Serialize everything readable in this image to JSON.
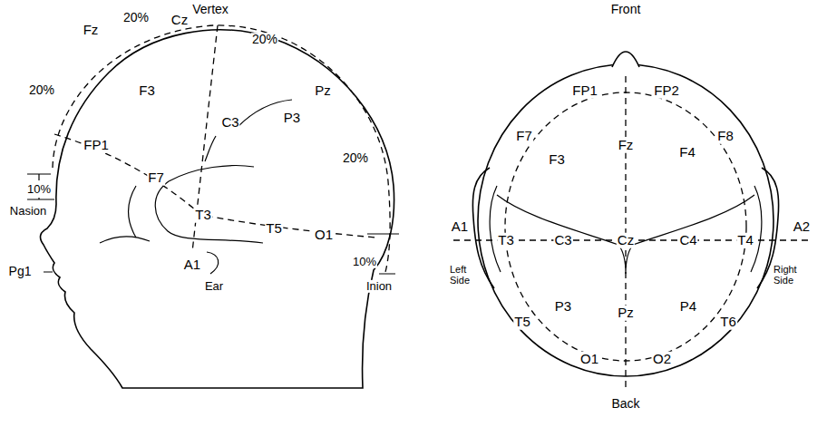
{
  "diagram": {
    "labels": [
      "Vertex",
      "Fz",
      "20%",
      "Cz",
      "20%",
      "20%",
      "F3",
      "C3",
      "Pz",
      "P3",
      "20%",
      "10%",
      "FP1",
      "Nasion",
      "F7",
      "T3",
      "T5",
      "O1",
      "10%",
      "Pg1",
      "A1",
      "Inion",
      "Ear",
      "Front",
      "FP1",
      "FP2",
      "F7",
      "F8",
      "F3",
      "Fz",
      "F4",
      "A1",
      "T3",
      "C3",
      "Cz",
      "C4",
      "T4",
      "A2",
      "Left Side",
      "Right Side",
      "P3",
      "Pz",
      "P4",
      "T5",
      "T6",
      "O1",
      "O2",
      "Back"
    ]
  }
}
